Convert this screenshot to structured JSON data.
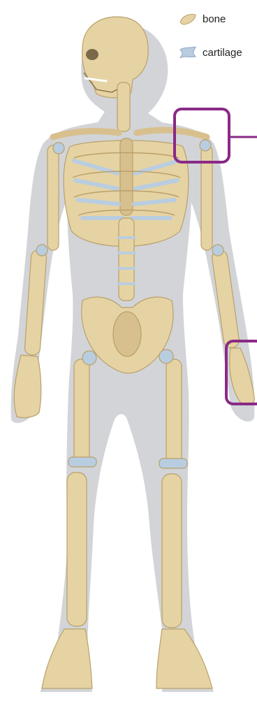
{
  "legend": {
    "items": [
      {
        "label": "bone",
        "icon": "bone-swatch-icon",
        "color": "#E6D3A3"
      },
      {
        "label": "cartilage",
        "icon": "cartilage-swatch-icon",
        "color": "#B9CDE0"
      }
    ]
  },
  "colors": {
    "background": "#FFFFFF",
    "silhouette": "#D2D4D7",
    "bone": "#E6D3A3",
    "bone_outline": "#B9A06A",
    "cartilage": "#B9CDE0",
    "highlight": "#8A2A86"
  },
  "callouts": [
    {
      "target": "shoulder-joint",
      "has_leader_line": true
    },
    {
      "target": "hand-joint",
      "has_leader_line": false
    }
  ]
}
